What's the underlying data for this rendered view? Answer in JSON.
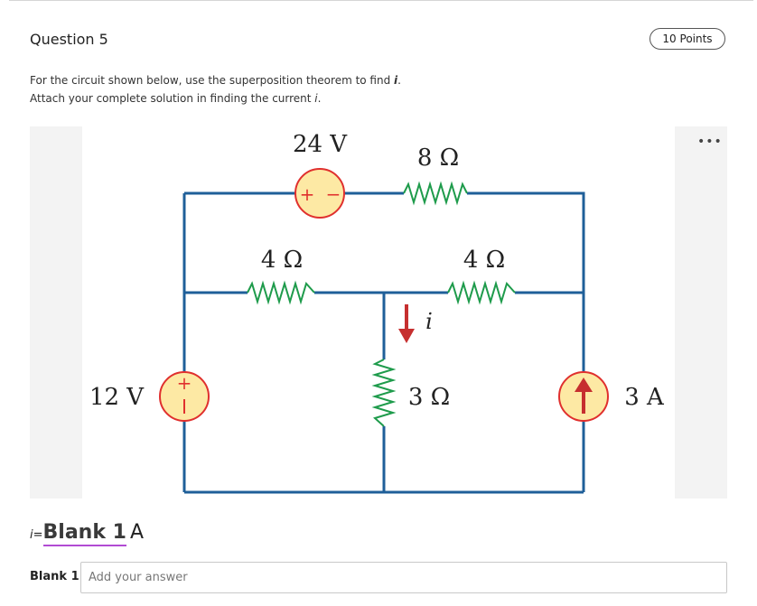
{
  "question": {
    "title": "Question 5",
    "points": "10 Points",
    "prompt_line1_pre": "For the circuit shown below, use the superposition theorem to find ",
    "prompt_line1_var": "i",
    "prompt_line1_post": ".",
    "prompt_line2_pre": "Attach your complete solution in finding the current ",
    "prompt_line2_var": "i",
    "prompt_line2_post": "."
  },
  "more_icon": "ellipsis-icon",
  "circuit": {
    "source_24v": "24 V",
    "resistor_8": "8 Ω",
    "resistor_4_left": "4 Ω",
    "resistor_4_right": "4 Ω",
    "current_label": "i",
    "resistor_3": "3 Ω",
    "source_12v": "12 V",
    "source_3a": "3 A",
    "plus": "+",
    "minus": "−",
    "wire_color": "#1f5f99",
    "resistor_color": "#1e9b4b",
    "source_fill": "#fde9a4",
    "source_stroke": "#e0302e",
    "arrow_color": "#c62f2f"
  },
  "answer": {
    "var": "i",
    "eq": "=",
    "blank": "Blank 1",
    "unit": "A",
    "blank_label": "Blank 1",
    "placeholder": "Add your answer",
    "value": ""
  }
}
